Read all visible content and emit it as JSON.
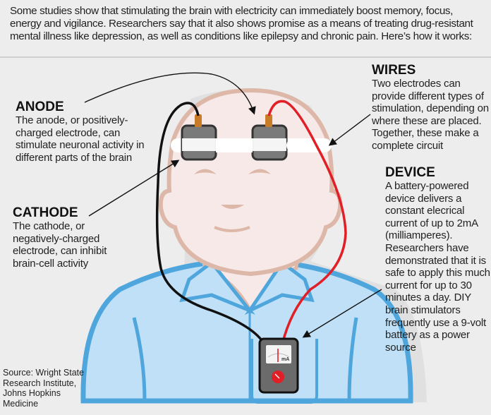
{
  "intro": {
    "text": "Some studies show that stimulating the brain with electricity can immediately boost memory, focus, energy and vigilance. Researchers say that it also shows promise as a means of treating drug-resistant mental illness like depression, as well as conditions like epilepsy and chronic pain. Here’s how it works:"
  },
  "callouts": {
    "anode": {
      "title": "ANODE",
      "body": "The anode, or positively-charged electrode, can stimulate neuronal activity in different parts of the brain"
    },
    "cathode": {
      "title": "CATHODE",
      "body": "The cathode, or negatively-charged electrode, can inhibit brain-cell activity"
    },
    "wires": {
      "title": "WIRES",
      "body": "Two electrodes can provide different types of stimulation, depending on where these are placed. Together, these make a complete circuit"
    },
    "device": {
      "title": "DEVICE",
      "body": "A battery-powered device delivers a constant elecrical current of up to 2mA (milliamperes). Researchers have demonstrated that it is safe to apply this much current for up to 30 minutes a day. DIY brain stimulators frequently use a 9-volt battery as a power source"
    }
  },
  "device": {
    "meter_unit": "mA"
  },
  "source": {
    "text": "Source: Wright State Research Institute, Johns Hopkins Medicine"
  },
  "colors": {
    "background": "#ededed",
    "skin": "#f6e9e8",
    "skin_outline": "#ddb8a8",
    "shirt": "#bfe0f6",
    "shirt_outline": "#4ea6dd",
    "anode_wire": "#111111",
    "cathode_wire": "#e01f26",
    "electrode": "#6e6e6e",
    "device_knob": "#e01f26"
  }
}
